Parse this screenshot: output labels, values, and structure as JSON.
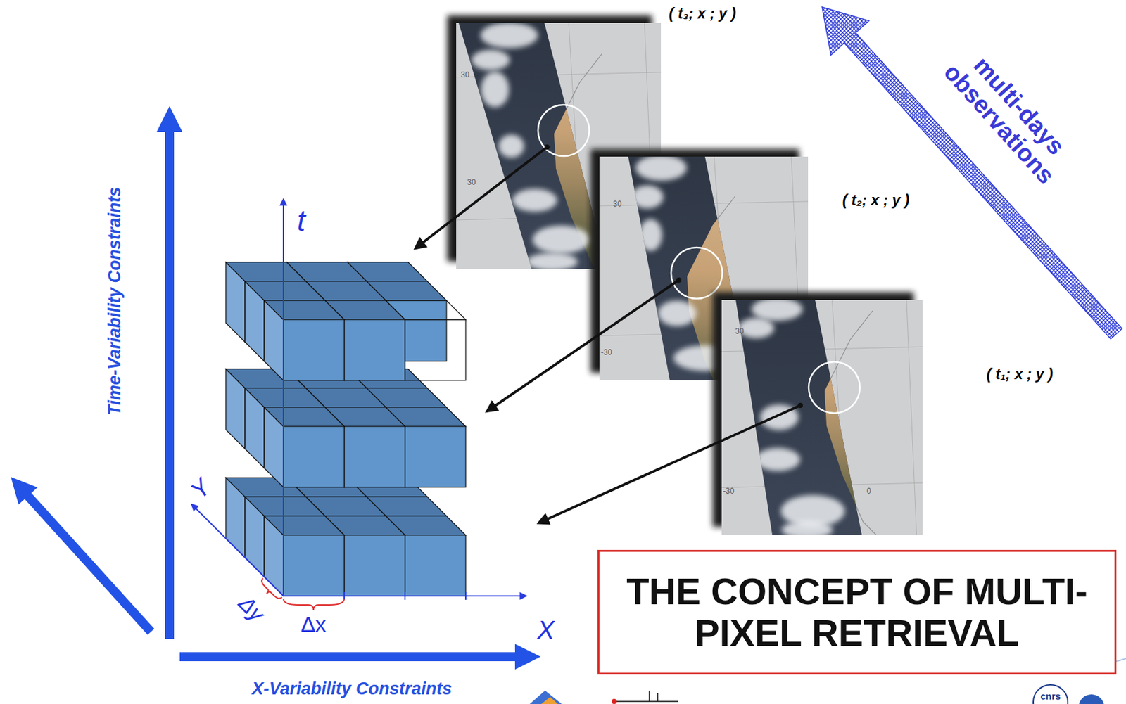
{
  "diagram": {
    "nodes": [
      {
        "text": [
          "THE CONCEPT OF MULTI-PIXEL RETRIEVAL"
        ]
      }
    ],
    "labels": [
      "( t₃; x ; y )",
      "( t₂; x ; y )",
      "( t₁; x ; y )",
      "multi-days observations",
      "Time-Variability Constraints",
      "X-Variability Constraints",
      "t",
      "Y",
      "X",
      "Δy",
      "Δx",
      "30",
      "30",
      "30",
      "-30",
      "30",
      "-30",
      "0",
      "cnrs"
    ]
  }
}
